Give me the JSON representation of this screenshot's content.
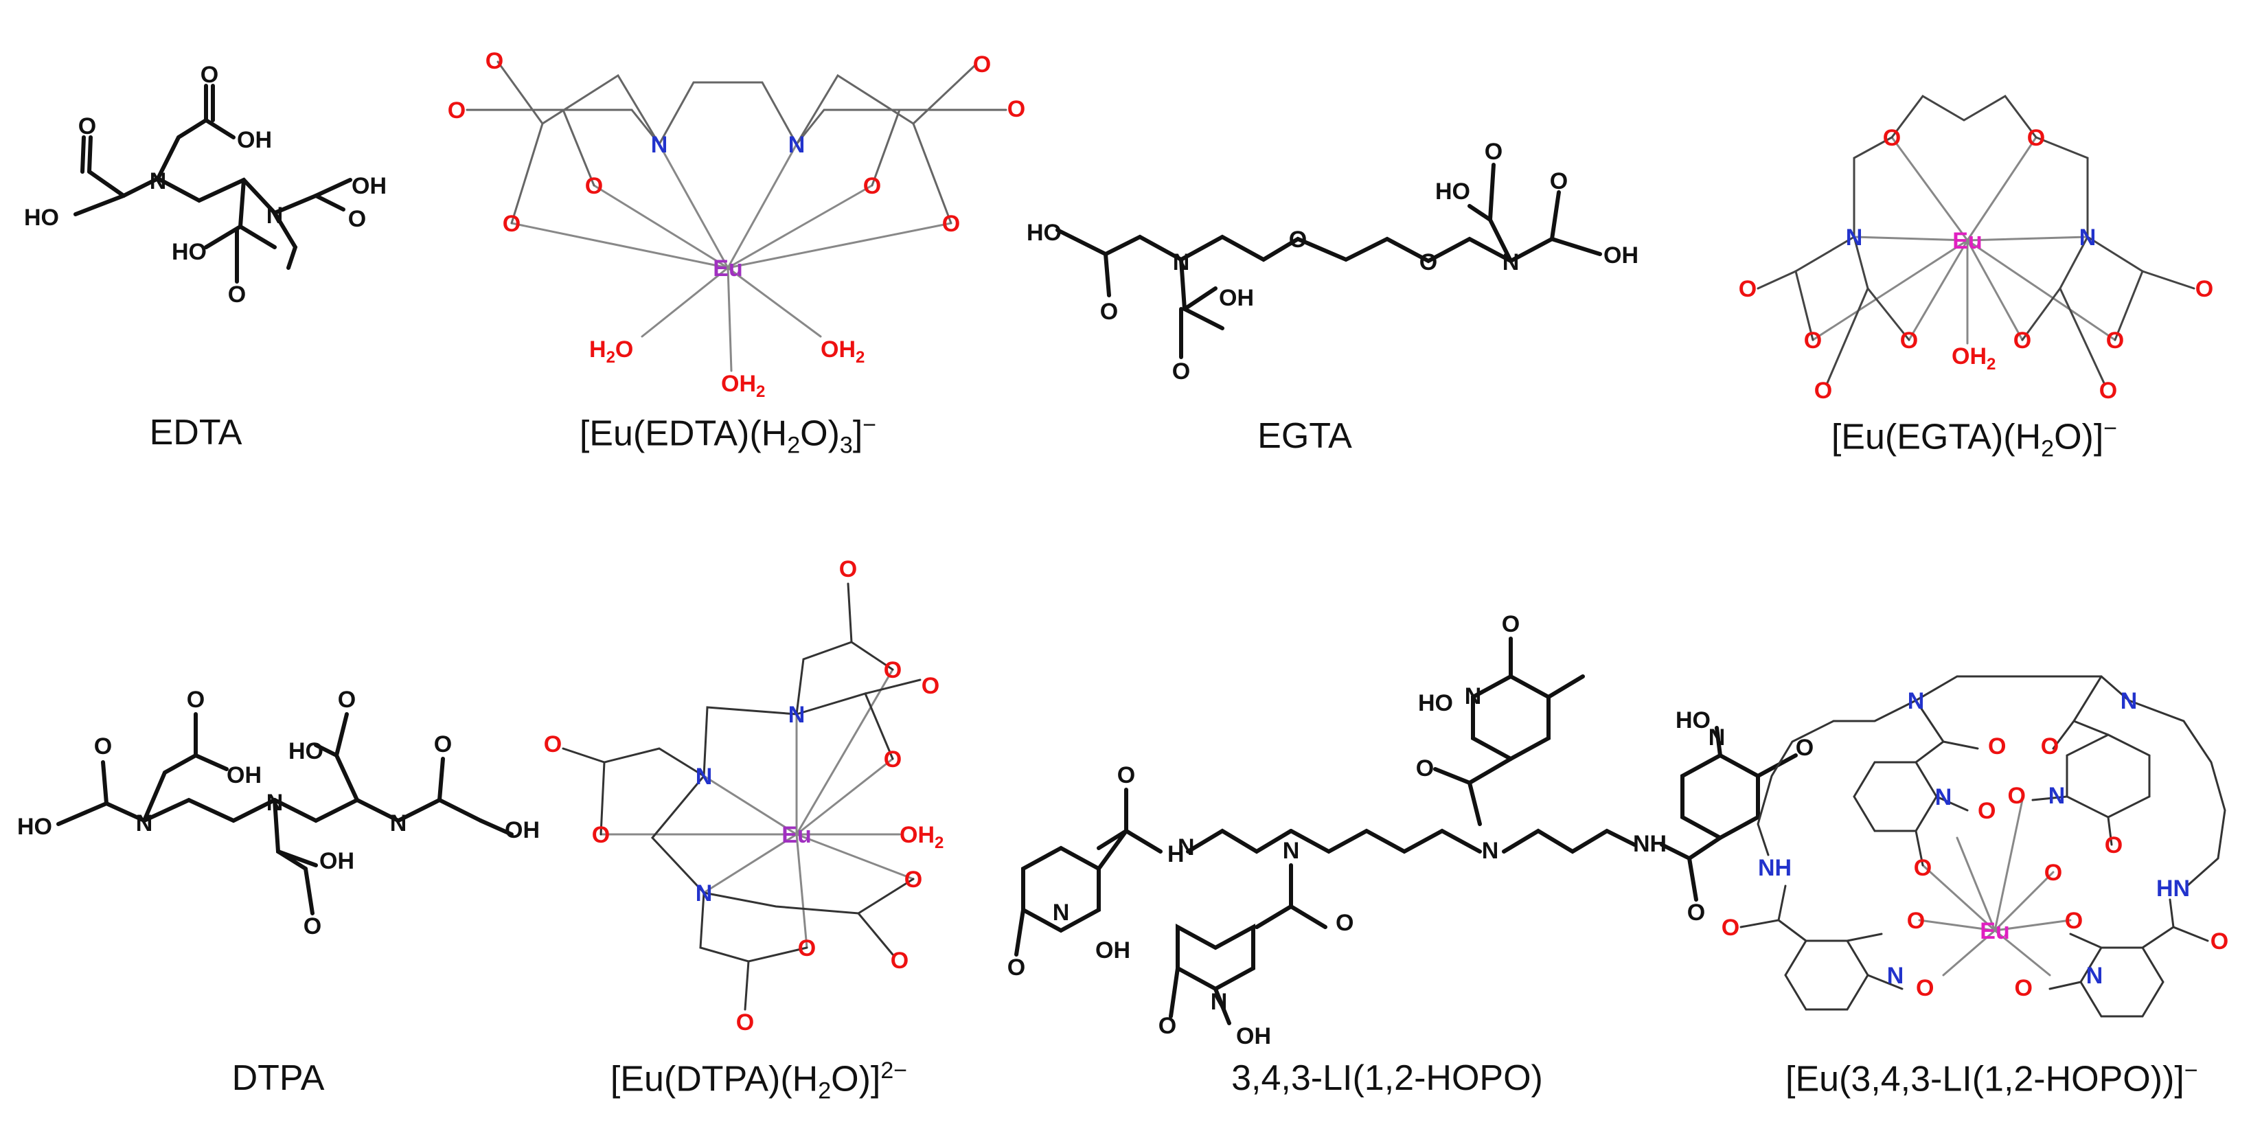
{
  "captions": {
    "edta": "EDTA",
    "eu_edta": {
      "pre": "[Eu(EDTA)(H",
      "sub1": "2",
      "mid": "O)",
      "sub2": "3",
      "post": "]",
      "sup": "−"
    },
    "egta": "EGTA",
    "eu_egta": {
      "pre": "[Eu(EGTA)(H",
      "sub1": "2",
      "post": "O)]",
      "sup": "−"
    },
    "dtpa": "DTPA",
    "eu_dtpa": {
      "pre": "[Eu(DTPA)(H",
      "sub1": "2",
      "post": "O)]",
      "sup": "2−"
    },
    "hopo": "3,4,3-LI(1,2-HOPO)",
    "eu_hopo": {
      "pre": "[Eu(3,4,3-LI(1,2-HOPO))]",
      "sup": "−"
    }
  },
  "atoms": {
    "N": "N",
    "O": "O",
    "OH": "OH",
    "HO": "HO",
    "Eu": "Eu",
    "NH": "NH",
    "HN": "HN",
    "H": "H",
    "2": "2"
  },
  "colors": {
    "nitrogen": "#2233cc",
    "oxygen": "#ee1111",
    "europium": "#a030c0",
    "europium_alt": "#e020c0",
    "bond": "#111111",
    "coord": "#888888"
  }
}
